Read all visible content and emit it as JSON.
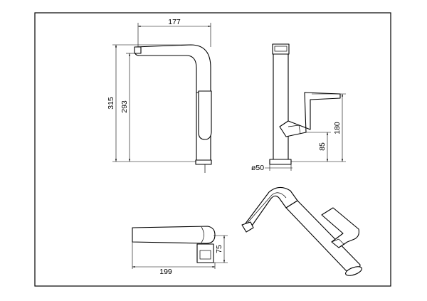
{
  "dimensions": {
    "top_width": "177",
    "total_height": "315",
    "spout_height": "293",
    "side_height": "180",
    "handle_height": "85",
    "base_diameter": "ø50",
    "plan_length": "199",
    "plan_depth": "75"
  }
}
